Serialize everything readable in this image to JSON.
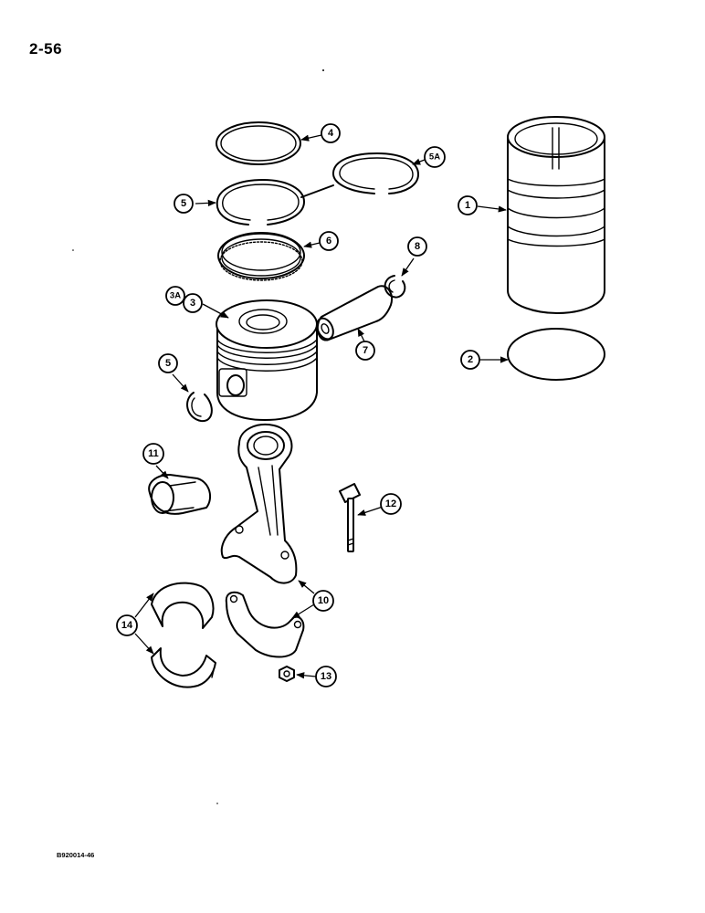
{
  "page": {
    "number": "2-56",
    "figure_code": "B920014-46"
  },
  "callouts": {
    "c1": "1",
    "c2": "2",
    "c3": "3",
    "c3a": "3A",
    "c4": "4",
    "c5_top": "5",
    "c5a": "5A",
    "c5_bottom": "5",
    "c6": "6",
    "c7": "7",
    "c8": "8",
    "c10": "10",
    "c11": "11",
    "c12": "12",
    "c13": "13",
    "c14": "14"
  },
  "colors": {
    "line": "#000000",
    "background": "#ffffff"
  }
}
